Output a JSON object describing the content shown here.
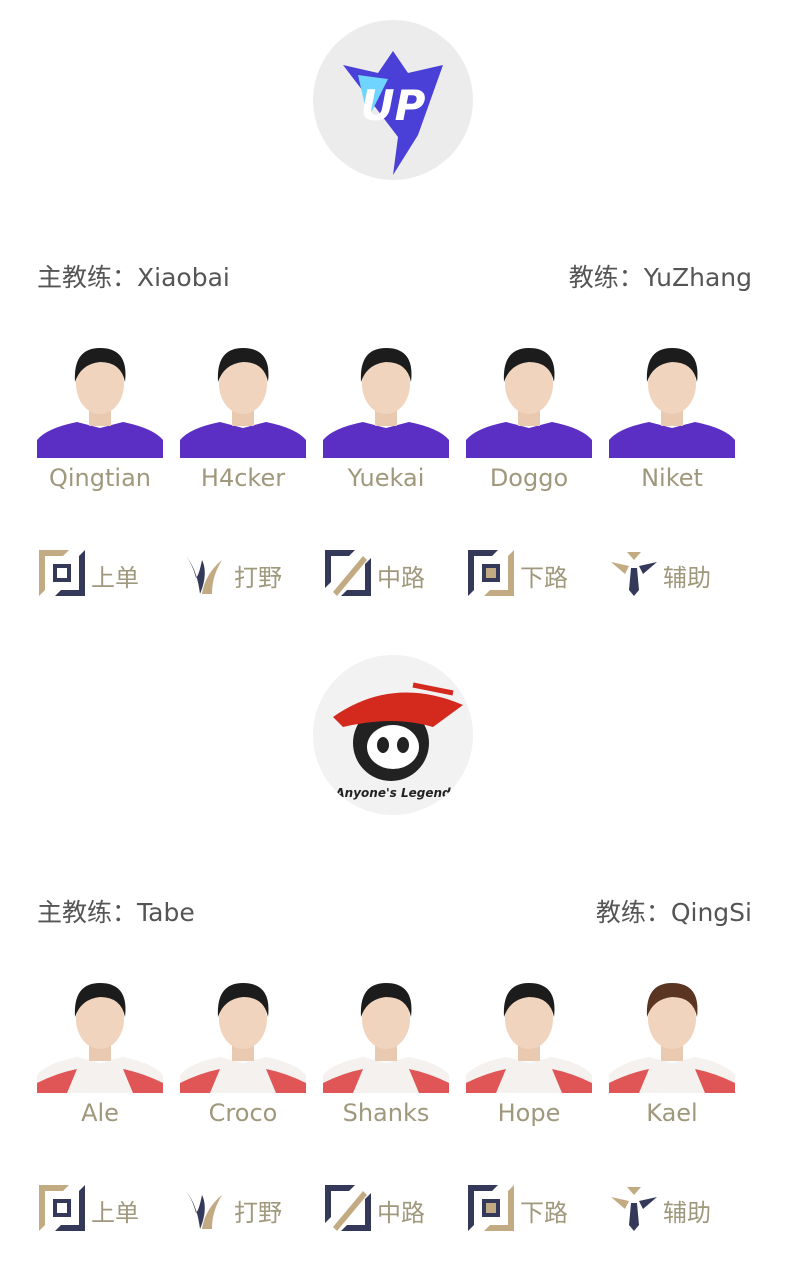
{
  "teams": [
    {
      "logo_name": "UP",
      "head_coach_label": "主教练：",
      "head_coach": "Xiaobai",
      "coach_label": "教练：",
      "coach": "YuZhang",
      "jersey": "#5b2fc4",
      "players": [
        "Qingtian",
        "H4cker",
        "Yuekai",
        "Doggo",
        "Niket"
      ]
    },
    {
      "logo_name": "Anyone's Legend",
      "head_coach_label": "主教练：",
      "head_coach": "Tabe",
      "coach_label": "教练：",
      "coach": "QingSi",
      "jersey": "#f4f1ee",
      "players": [
        "Ale",
        "Croco",
        "Shanks",
        "Hope",
        "Kael"
      ]
    }
  ],
  "roles": [
    "上单",
    "打野",
    "中路",
    "下路",
    "辅助"
  ],
  "colors": {
    "gold": "#c2ab82",
    "navy": "#34395a",
    "text": "#555555",
    "name": "#a0987c"
  }
}
